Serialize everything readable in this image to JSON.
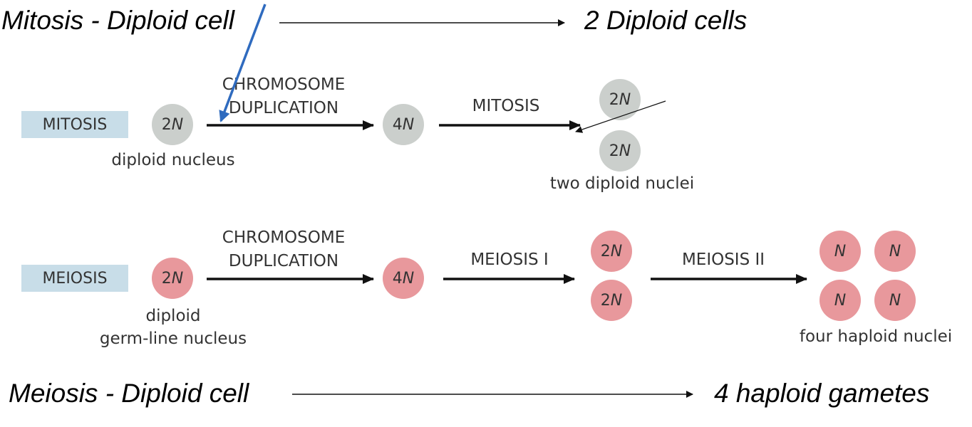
{
  "captions": {
    "mitosis_left": "Mitosis - Diploid cell",
    "mitosis_right": "2 Diploid cells",
    "meiosis_left": "Meiosis - Diploid cell",
    "meiosis_right": "4 haploid gametes"
  },
  "mitosis_row": {
    "label": "MITOSIS",
    "start_nucleus": "2N",
    "start_caption": "diploid nucleus",
    "step1_line1": "CHROMOSOME",
    "step1_line2": "DUPLICATION",
    "middle_nucleus": "4N",
    "step2": "MITOSIS",
    "result_nuclei": [
      "2N",
      "2N"
    ],
    "result_caption": "two diploid nuclei"
  },
  "meiosis_row": {
    "label": "MEIOSIS",
    "start_nucleus": "2N",
    "start_caption_line1": "diploid",
    "start_caption_line2": "germ-line nucleus",
    "step1_line1": "CHROMOSOME",
    "step1_line2": "DUPLICATION",
    "middle_nucleus": "4N",
    "step2": "MEIOSIS I",
    "intermediate_nuclei": [
      "2N",
      "2N"
    ],
    "step3": "MEIOSIS II",
    "result_nuclei": [
      "N",
      "N",
      "N",
      "N"
    ],
    "result_caption": "four haploid nuclei"
  },
  "colors": {
    "label_box": "#c8dde8",
    "diploid_grey": "#cbcfcc",
    "meiosis_pink": "#e8989c",
    "annotation_arrow": "#2f6bbf"
  }
}
